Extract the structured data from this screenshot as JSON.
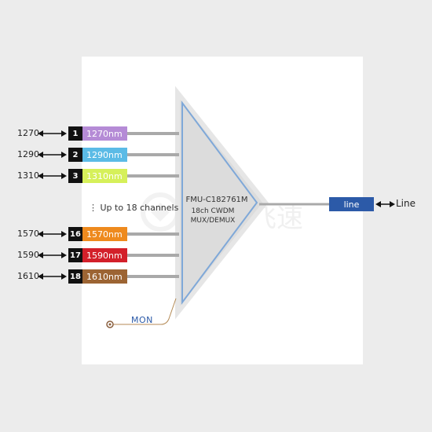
{
  "channels_top": [
    {
      "wavelength": "1270",
      "num": "1",
      "label": "1270nm",
      "color": "#b58bd6",
      "text_color": "#ffffff"
    },
    {
      "wavelength": "1290",
      "num": "2",
      "label": "1290nm",
      "color": "#5bbbe6",
      "text_color": "#ffffff"
    },
    {
      "wavelength": "1310",
      "num": "3",
      "label": "1310nm",
      "color": "#d6f05a",
      "text_color": "#ffffff"
    }
  ],
  "channels_bottom": [
    {
      "wavelength": "1570",
      "num": "16",
      "label": "1570nm",
      "color": "#ee8a1e",
      "text_color": "#ffffff"
    },
    {
      "wavelength": "1590",
      "num": "17",
      "label": "1590nm",
      "color": "#d3202a",
      "text_color": "#ffffff"
    },
    {
      "wavelength": "1610",
      "num": "18",
      "label": "1610nm",
      "color": "#9c6433",
      "text_color": "#ffffff"
    }
  ],
  "more_channels": "Up to 18 channels",
  "device": {
    "model": "FMU-C182761M",
    "line1": "18ch CWDM",
    "line2": "MUX/DEMUX",
    "fill": "#dcdcdc",
    "border": "#7fa8d8"
  },
  "line_port": {
    "box_label": "line",
    "label": "Line",
    "color": "#2c5aa8"
  },
  "mon": {
    "label": "MON"
  },
  "watermark": "飞速"
}
